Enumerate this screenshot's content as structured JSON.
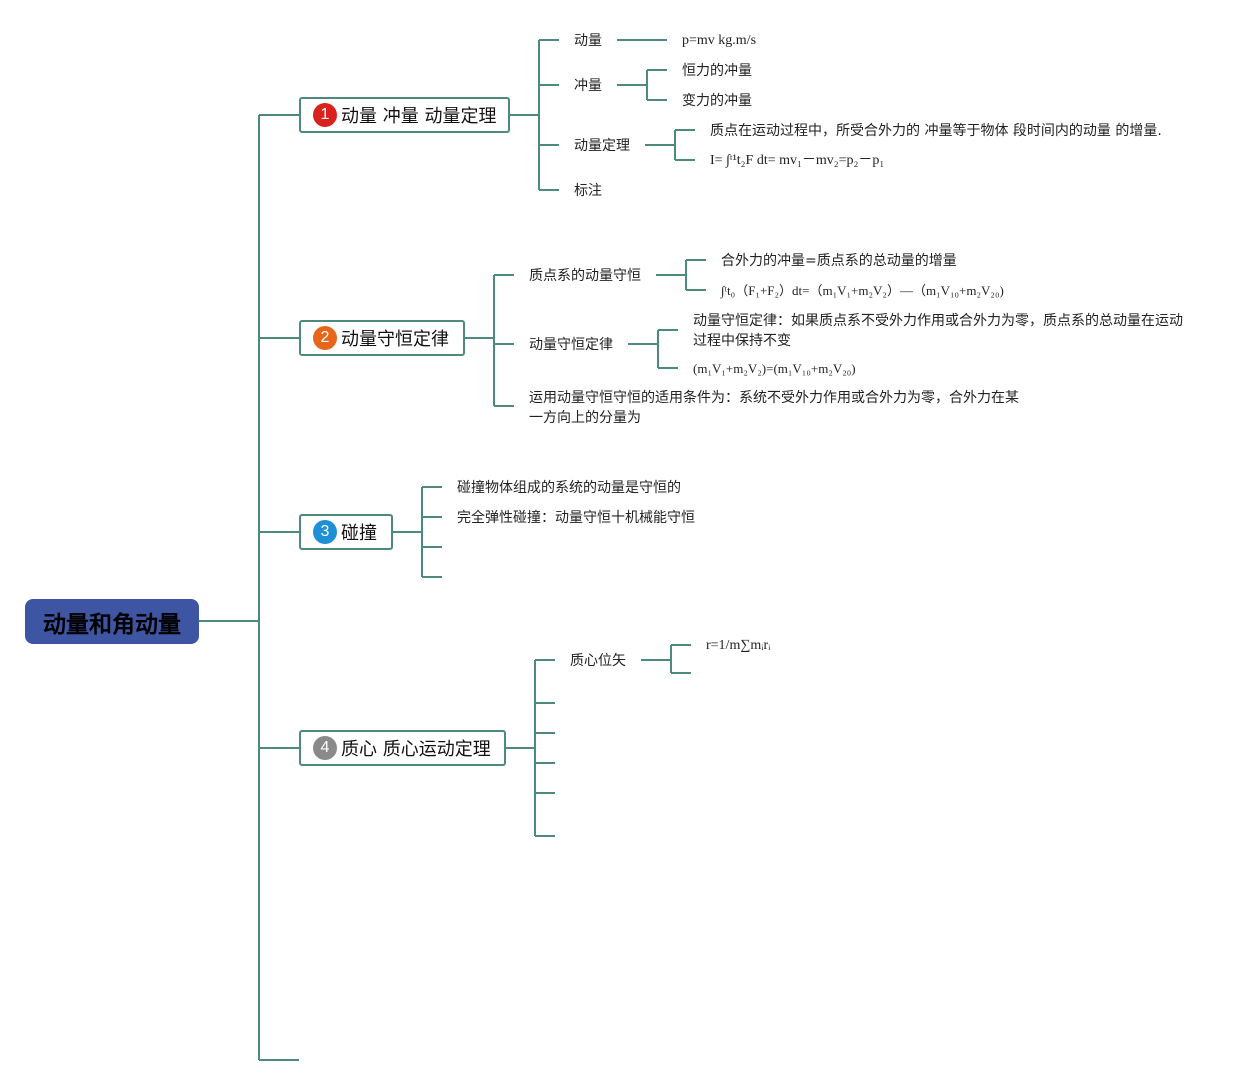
{
  "root": {
    "title": "动量和角动量"
  },
  "colors": {
    "line": "#4d8a7e",
    "root_bg": "#3e55a3",
    "badge1": "#d8221e",
    "badge2": "#e8651c",
    "badge3": "#1f8fd6",
    "badge4": "#8a8a8a"
  },
  "branches": [
    {
      "number": "1",
      "title": "动量 冲量 动量定理",
      "children": [
        {
          "label": "动量",
          "details": [
            "p=mv kg.m/s"
          ]
        },
        {
          "label": "冲量",
          "details": [
            "恒力的冲量",
            "变力的冲量"
          ]
        },
        {
          "label": "动量定理",
          "details": [
            "质点在运动过程中，所受合外力的 冲量等于物体 段时间内的动量 的增量.",
            "I= ∫ᵗ¹t₂F dt= mv₁－mv₂=p₂－p₁"
          ]
        },
        {
          "label": "标注",
          "details": []
        }
      ]
    },
    {
      "number": "2",
      "title": "动量守恒定律",
      "children": [
        {
          "label": "质点系的动量守恒",
          "details": [
            "合外力的冲量=质点系的总动量的增量",
            "∫ᵗt₀（F₁+F₂）dt=（m₁V₁+m₂V₂）—（m₁V₁₀+m₂V₂₀)"
          ]
        },
        {
          "label": "动量守恒定律",
          "details": [
            "动量守恒定律：如果质点系不受外力作用或合外力为零，质点系的总动量在运动过程中保持不变",
            "(m₁V₁+m₂V₂)=(m₁V₁₀+m₂V₂₀)"
          ]
        },
        {
          "label": "运用动量守恒守恒的适用条件为：系统不受外力作用或合外力为零，合外力在某一方向上的分量为",
          "details": []
        }
      ]
    },
    {
      "number": "3",
      "title": "碰撞",
      "children": [
        {
          "label": "碰撞物体组成的系统的动量是守恒的"
        },
        {
          "label": "完全弹性碰撞：动量守恒十机械能守恒"
        },
        {
          "label": ""
        },
        {
          "label": ""
        }
      ]
    },
    {
      "number": "4",
      "title": "质心 质心运动定理",
      "children": [
        {
          "label": "质心位矢",
          "details": [
            "r=1/m∑mᵢrᵢ",
            ""
          ]
        },
        {
          "label": ""
        },
        {
          "label": ""
        },
        {
          "label": ""
        },
        {
          "label": ""
        },
        {
          "label": ""
        }
      ]
    }
  ]
}
